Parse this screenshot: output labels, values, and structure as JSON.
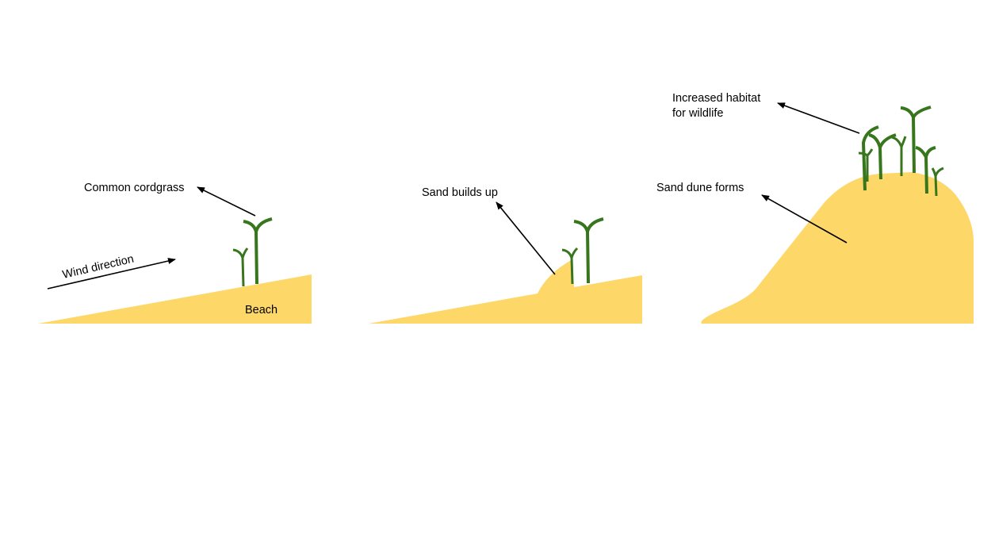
{
  "colors": {
    "sand": "#FDD868",
    "grass": "#38761D",
    "text": "#000000"
  },
  "panels": [
    {
      "labels": {
        "wind": "Wind direction",
        "grass": "Common cordgrass",
        "beach": "Beach"
      }
    },
    {
      "labels": {
        "sand": "Sand builds up"
      }
    },
    {
      "labels": {
        "dune": "Sand dune forms",
        "habitat_line1": "Increased habitat",
        "habitat_line2": "for wildlife"
      }
    }
  ]
}
